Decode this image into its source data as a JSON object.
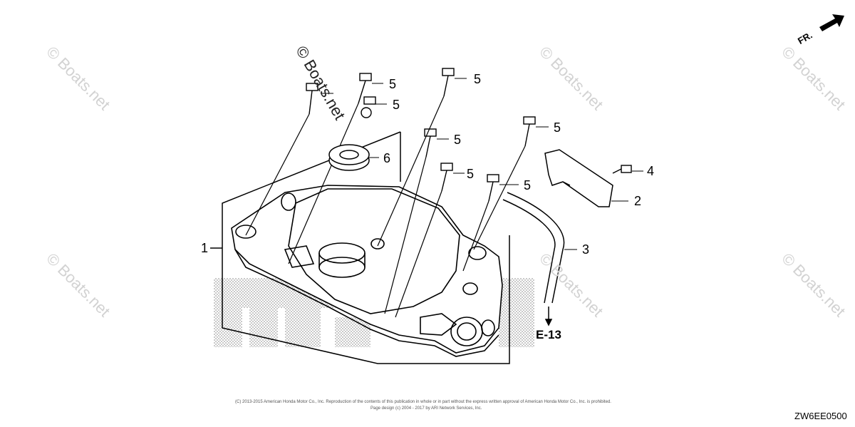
{
  "watermarks": {
    "text": "© Boats.net",
    "primary": "© Boats.net"
  },
  "callouts": {
    "c1": "1",
    "c2": "2",
    "c3": "3",
    "c4": "4",
    "c5a": "5",
    "c5b": "5",
    "c5c": "5",
    "c5d": "5",
    "c5e": "5",
    "c5f": "5",
    "c5g": "5",
    "c6": "6"
  },
  "reference": "E-13",
  "direction": "FR.",
  "footer": {
    "line1": "(C) 2013-2015 American Honda Motor Co., Inc. Reproduction of the contents of this publication in whole or in part without the express written approval of American Honda Motor Co., Inc. is prohibited.",
    "line2": "Page design (c) 2004 - 2017 by ARI Network Services, Inc."
  },
  "diagram_code": "ZW6EE0500",
  "colors": {
    "line": "#000000",
    "watermark": "#d2d2d2",
    "stipple": "#9a9a9a"
  }
}
